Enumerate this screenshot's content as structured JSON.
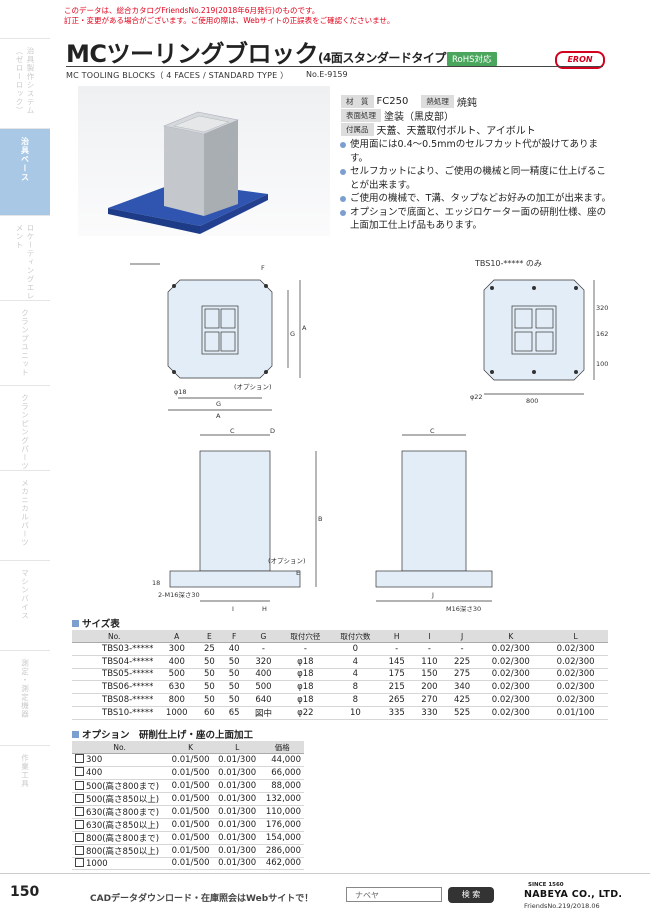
{
  "notice": {
    "line1": "このデータは、総合カタログFriendsNo.219(2018年6月発行)のものです。",
    "line2": "訂正・変更がある場合がございます。ご使用の際は、Webサイトの正誤表をご確認くださいませ。"
  },
  "sidebar": {
    "tabs": [
      {
        "label": "治具製作システム（ゼローロック）"
      },
      {
        "label": "治具ベース"
      },
      {
        "label": "ロケーティングエレメント"
      },
      {
        "label": "クランプユニット"
      },
      {
        "label": "クランピングパーツ"
      },
      {
        "label": "メカニカルパーツ"
      },
      {
        "label": "マシンバイス"
      },
      {
        "label": "測定・測定機器"
      },
      {
        "label": "作業工具"
      }
    ],
    "active_index": 1
  },
  "page_number": "150",
  "header": {
    "title": "MCツーリングブロック",
    "title_sub": "(4面スタンダードタイプ)",
    "rohs": "RoHS対応",
    "brand": "ERON",
    "subtitle": "MC TOOLING BLOCKS（ 4 FACES / STANDARD TYPE ）",
    "product_no": "No.E-9159"
  },
  "spec": {
    "rows": [
      [
        {
          "label": "材　質",
          "value": "FC250"
        },
        {
          "label": "熱処理",
          "value": "焼鈍"
        }
      ],
      [
        {
          "label": "表面処理",
          "value": "塗装（黒皮部）"
        }
      ],
      [
        {
          "label": "付属品",
          "value": "天蓋、天蓋取付ボルト、アイボルト"
        }
      ]
    ],
    "features": [
      "使用面には0.4～0.5mmのセルフカット代が設けてあります。",
      "セルフカットにより、ご使用の機械と同一精度に仕上げることが出来ます。",
      "ご使用の機械で、T溝、タップなどお好みの加工が出来ます。",
      "オプションで底面と、エッジロケーター面の研削仕様、座の上面加工仕上げ品もあります。"
    ]
  },
  "drawing": {
    "tbs10_note": "TBS10-***** のみ",
    "labels": {
      "G": "G",
      "A": "A",
      "F": "F",
      "C": "C",
      "D": "D",
      "E": "E",
      "B": "B",
      "H": "H",
      "I": "I",
      "J": "J",
      "option": "(オプション)",
      "phi18": "φ18",
      "phi22": "φ22",
      "m16a": "2-M16深さ30",
      "m16b": "M16深さ30",
      "d800": "800",
      "d100": "100",
      "d320": "320",
      "d162": "162",
      "d18": "18"
    }
  },
  "size_table": {
    "title": "サイズ表",
    "headers": [
      "No.",
      "A",
      "E",
      "F",
      "G",
      "取付穴径",
      "取付穴数",
      "H",
      "I",
      "J",
      "K",
      "L"
    ],
    "rows": [
      [
        "TBS03-*****",
        "300",
        "25",
        "40",
        "-",
        "-",
        "0",
        "-",
        "-",
        "-",
        "0.02/300",
        "0.02/300"
      ],
      [
        "TBS04-*****",
        "400",
        "50",
        "50",
        "320",
        "φ18",
        "4",
        "145",
        "110",
        "225",
        "0.02/300",
        "0.02/300"
      ],
      [
        "TBS05-*****",
        "500",
        "50",
        "50",
        "400",
        "φ18",
        "4",
        "175",
        "150",
        "275",
        "0.02/300",
        "0.02/300"
      ],
      [
        "TBS06-*****",
        "630",
        "50",
        "50",
        "500",
        "φ18",
        "8",
        "215",
        "200",
        "340",
        "0.02/300",
        "0.02/300"
      ],
      [
        "TBS08-*****",
        "800",
        "50",
        "50",
        "640",
        "φ18",
        "8",
        "265",
        "270",
        "425",
        "0.02/300",
        "0.02/300"
      ],
      [
        "TBS10-*****",
        "1000",
        "60",
        "65",
        "図中",
        "φ22",
        "10",
        "335",
        "330",
        "525",
        "0.02/300",
        "0.01/100"
      ]
    ]
  },
  "option_table": {
    "title": "オプション　研削仕上げ・座の上面加工",
    "headers": [
      "No.",
      "K",
      "L",
      "価格"
    ],
    "rows": [
      [
        "300",
        "0.01/500",
        "0.01/300",
        "44,000"
      ],
      [
        "400",
        "0.01/500",
        "0.01/300",
        "66,000"
      ],
      [
        "500(高さ800まで)",
        "0.01/500",
        "0.01/300",
        "88,000"
      ],
      [
        "500(高さ850以上)",
        "0.01/500",
        "0.01/300",
        "132,000"
      ],
      [
        "630(高さ800まで)",
        "0.01/500",
        "0.01/300",
        "110,000"
      ],
      [
        "630(高さ850以上)",
        "0.01/500",
        "0.01/300",
        "176,000"
      ],
      [
        "800(高さ800まで)",
        "0.01/500",
        "0.01/300",
        "154,000"
      ],
      [
        "800(高さ850以上)",
        "0.01/500",
        "0.01/300",
        "286,000"
      ],
      [
        "1000",
        "0.01/500",
        "0.01/300",
        "462,000"
      ]
    ]
  },
  "footer": {
    "cad_text": "CADデータダウンロード・在庫照会はWebサイトで！",
    "search_placeholder": "ナベヤ",
    "search_button": "検 索",
    "since": "SINCE 1560",
    "brand": "NABEYA CO., LTD.",
    "catalog_no": "FriendsNo.219/2018.06"
  },
  "colors": {
    "accent_blue": "#7c9fcf",
    "tab_active": "#a8c8e6",
    "rohs_green": "#4aa65c",
    "eron_red": "#d3001e",
    "notice_red": "#e2001a",
    "base_blue": "#2f55b0"
  }
}
